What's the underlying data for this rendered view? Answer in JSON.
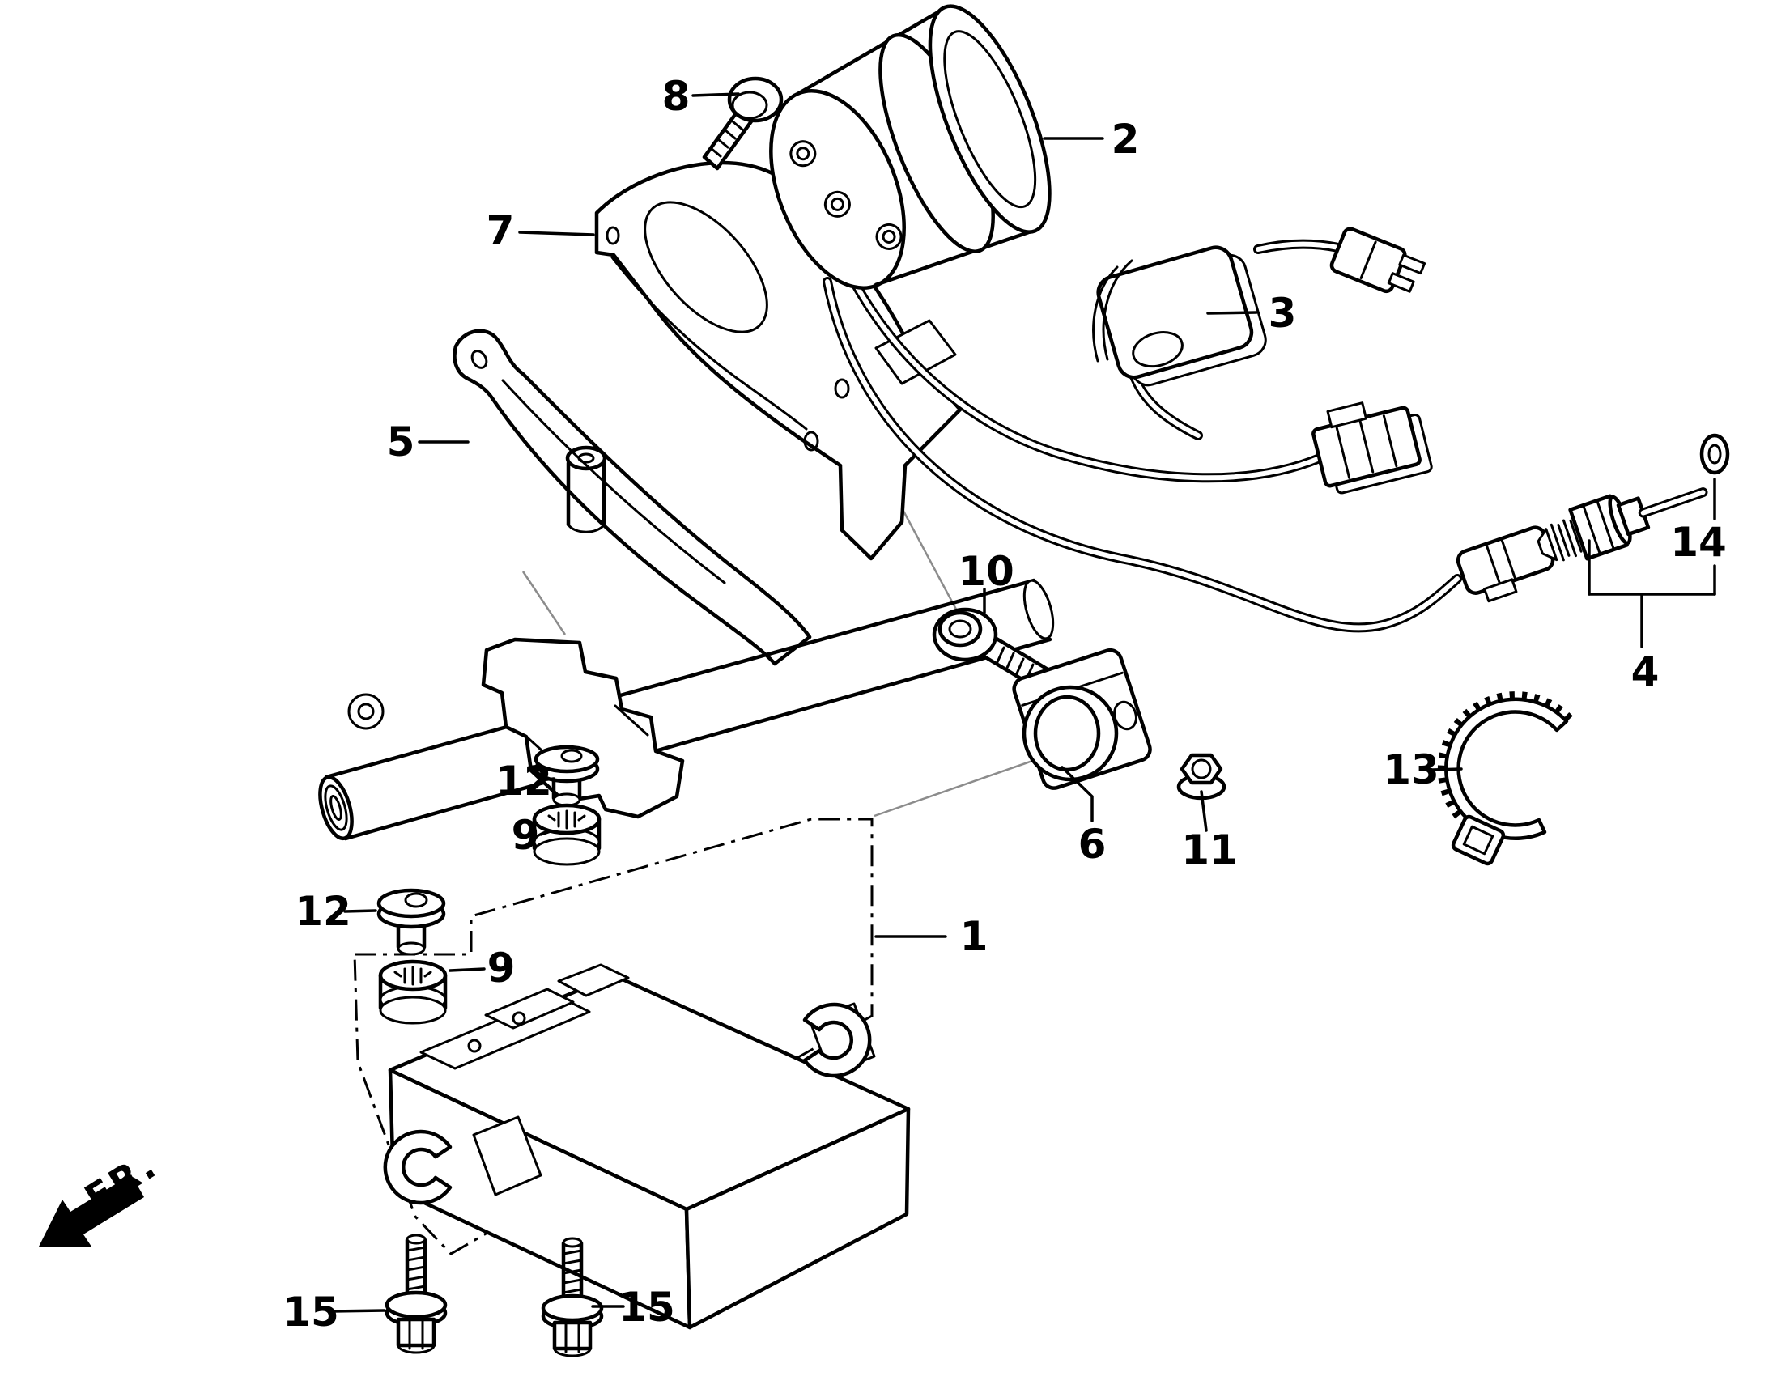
{
  "colors": {
    "background": "#ffffff",
    "line": "#000000",
    "phantom_line": "#8c8c8c"
  },
  "fr_indicator": {
    "text": "FR."
  },
  "labels": [
    {
      "part": "1",
      "text": "1"
    },
    {
      "part": "2",
      "text": "2"
    },
    {
      "part": "3",
      "text": "3"
    },
    {
      "part": "4",
      "text": "4"
    },
    {
      "part": "5",
      "text": "5"
    },
    {
      "part": "6",
      "text": "6"
    },
    {
      "part": "7",
      "text": "7"
    },
    {
      "part": "8",
      "text": "8"
    },
    {
      "part": "9",
      "text": "9"
    },
    {
      "part": "9",
      "text": "9"
    },
    {
      "part": "10",
      "text": "10"
    },
    {
      "part": "11",
      "text": "11"
    },
    {
      "part": "12",
      "text": "12"
    },
    {
      "part": "12",
      "text": "12"
    },
    {
      "part": "13",
      "text": "13"
    },
    {
      "part": "14",
      "text": "14"
    },
    {
      "part": "15",
      "text": "15"
    },
    {
      "part": "15",
      "text": "15"
    }
  ]
}
